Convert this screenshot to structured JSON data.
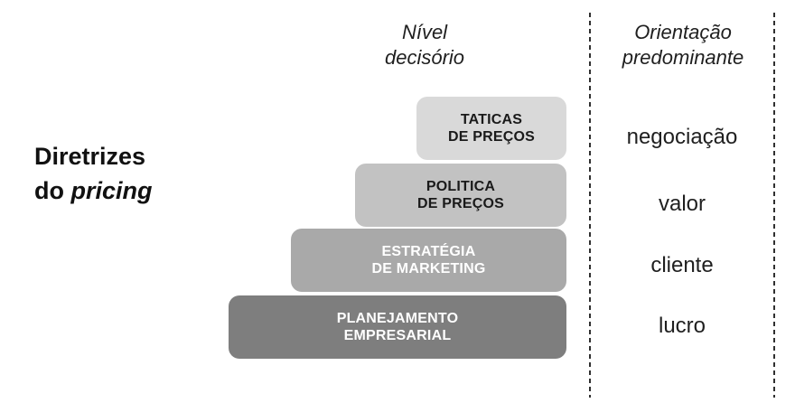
{
  "title": {
    "line1": "Diretrizes",
    "line2_prefix": "do ",
    "line2_italic": "pricing"
  },
  "headers": {
    "decision": {
      "line1": "Nível",
      "line2": "decisório"
    },
    "orientation": {
      "line1": "Orientação",
      "line2": "predominante"
    }
  },
  "levels": [
    {
      "label_line1": "TATICAS",
      "label_line2": "DE PREÇOS",
      "orientation": "negociação",
      "fill": "#d9d9d9",
      "text_color": "#1a1a1a"
    },
    {
      "label_line1": "POLITICA",
      "label_line2": "DE PREÇOS",
      "orientation": "valor",
      "fill": "#c2c2c2",
      "text_color": "#1a1a1a"
    },
    {
      "label_line1": "ESTRATÉGIA",
      "label_line2": "DE MARKETING",
      "orientation": "cliente",
      "fill": "#a9a9a9",
      "text_color": "#ffffff"
    },
    {
      "label_line1": "PLANEJAMENTO",
      "label_line2": "EMPRESARIAL",
      "orientation": "lucro",
      "fill": "#7e7e7e",
      "text_color": "#ffffff"
    }
  ],
  "divider_color": "#2f2f2f"
}
